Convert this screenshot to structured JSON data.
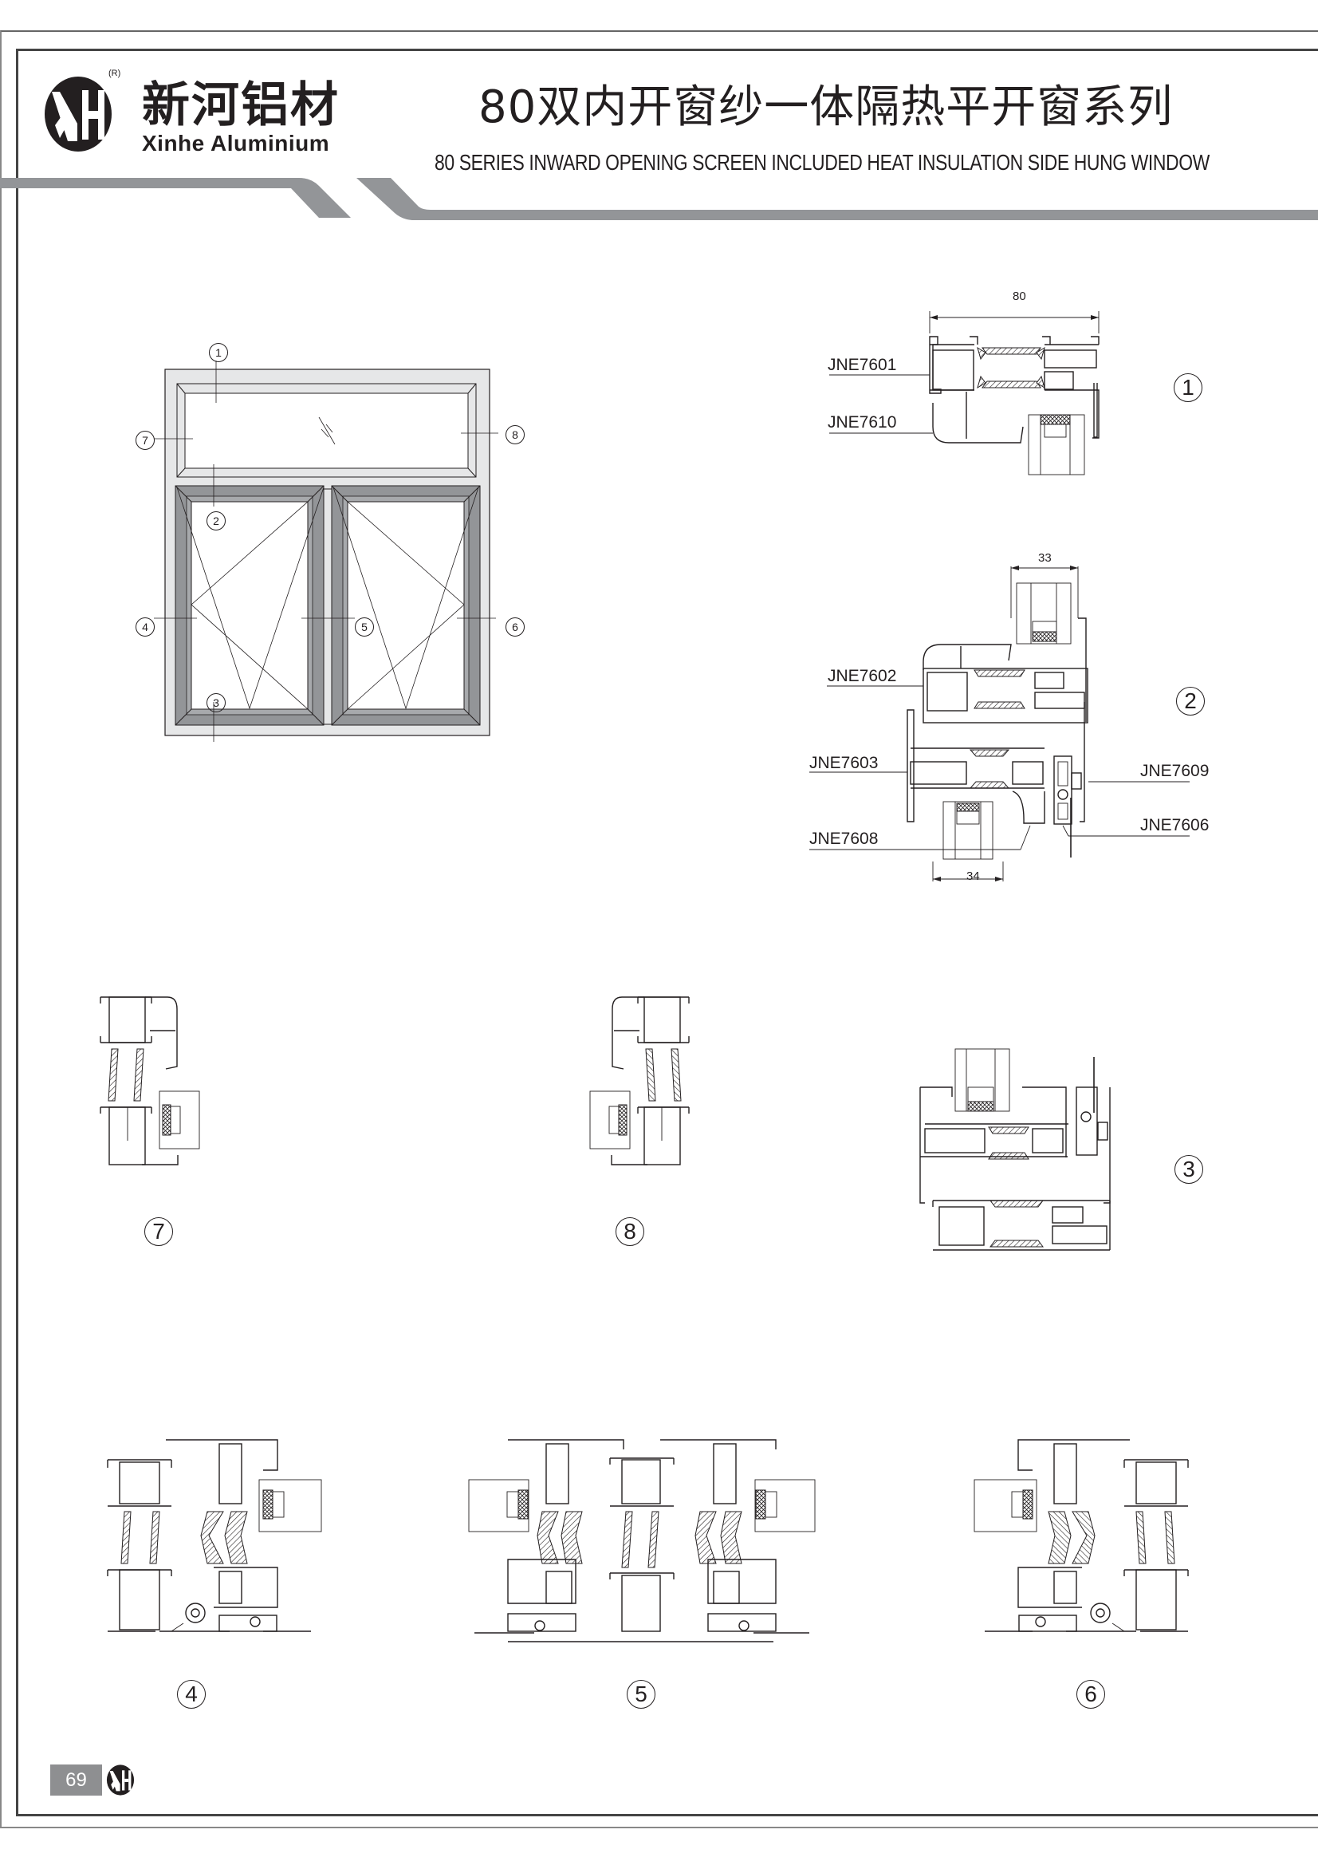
{
  "header": {
    "brand_cn": "新河铝材",
    "brand_en": "Xinhe Aluminium",
    "logo_letters": "XH",
    "registered_mark": "R",
    "title_cn": "80双内开窗纱一体隔热平开窗系列",
    "title_en": "80 SERIES INWARD OPENING SCREEN INCLUDED HEAT INSULATION SIDE HUNG WINDOW"
  },
  "colors": {
    "band_gray": "#939598",
    "frame_light": "#e6e7e8",
    "sash_dark": "#939598",
    "ink": "#231f20"
  },
  "elevation": {
    "callouts": [
      "1",
      "2",
      "3",
      "4",
      "5",
      "6",
      "7",
      "8"
    ]
  },
  "sections": {
    "s1": {
      "number": "1",
      "dimension": "80",
      "labels": [
        "JNE7601",
        "JNE7610"
      ]
    },
    "s2": {
      "number": "2",
      "dimension_top": "33",
      "dimension_bottom": "34",
      "labels_left": [
        "JNE7602",
        "JNE7603",
        "JNE7608"
      ],
      "labels_right": [
        "JNE7609",
        "JNE7606"
      ]
    },
    "s3": {
      "number": "3"
    },
    "s4": {
      "number": "4"
    },
    "s5": {
      "number": "5"
    },
    "s6": {
      "number": "6"
    },
    "s7": {
      "number": "7"
    },
    "s8": {
      "number": "8"
    }
  },
  "footer": {
    "page_number": "69",
    "logo_letters": "XH"
  }
}
